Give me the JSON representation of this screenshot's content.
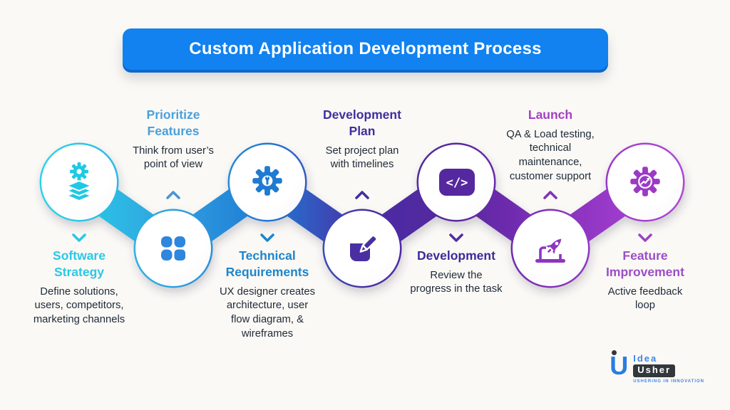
{
  "page": {
    "background_color": "#fbf9f5"
  },
  "banner": {
    "title": "Custom Application Development Process",
    "background_color": "#1182f0",
    "text_color": "#ffffff"
  },
  "steps": [
    {
      "title": "Software\nStrategy",
      "description": "Define solutions,\nusers, competitors,\nmarketing channels",
      "label_position": "below",
      "color": "#2cc8e5",
      "icon": "layers-gear-icon"
    },
    {
      "title": "Prioritize\nFeatures",
      "description": "Think from user’s\npoint of view",
      "label_position": "above",
      "color": "#4aa0dc",
      "icon": "clover-grid-icon"
    },
    {
      "title": "Technical\nRequirements",
      "description": "UX designer creates\narchitecture, user\nflow diagram, &\nwireframes",
      "label_position": "below",
      "color": "#1e85cc",
      "icon": "gear-wrench-icon"
    },
    {
      "title": "Development\nPlan",
      "description": "Set project plan\nwith timelines",
      "label_position": "above",
      "color": "#3f2f9f",
      "icon": "notepad-pencil-icon"
    },
    {
      "title": "Development",
      "description": "Review the\nprogress in the task",
      "label_position": "below",
      "color": "#3c2b99",
      "icon": "code-icon"
    },
    {
      "title": "Launch",
      "description": "QA & Load testing,\ntechnical\nmaintenance,\ncustomer support",
      "label_position": "above",
      "color": "#a43ec6",
      "icon": "laptop-rocket-icon"
    },
    {
      "title": "Feature\nImprovement",
      "description": "Active feedback\nloop",
      "label_position": "below",
      "color": "#9b4ec9",
      "icon": "gear-growth-icon"
    }
  ],
  "icons": {
    "code_glyph": "</>"
  },
  "flow_gradient": [
    "#2ed2ec",
    "#2f9fe0",
    "#1f7ad4",
    "#4a2fa5",
    "#55269e",
    "#8230ba",
    "#a73fd2"
  ],
  "logo": {
    "mark_letter": "U",
    "line1": "Idea",
    "line2": "Usher",
    "tagline": "USHERING IN INNOVATION",
    "primary_color": "#2b7ce2",
    "box_color": "#33373c"
  }
}
